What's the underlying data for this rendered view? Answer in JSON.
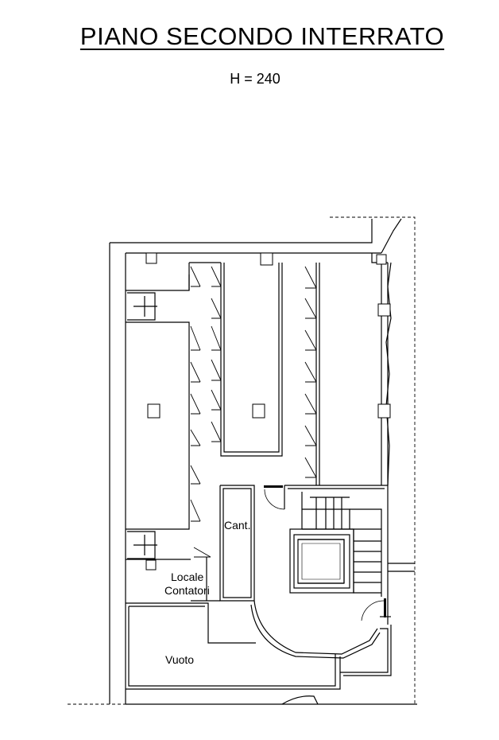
{
  "plan": {
    "title": "PIANO SECONDO INTERRATO",
    "height_label": "H = 240",
    "rooms": {
      "cantina": "Cant.",
      "locale_contatori_line1": "Locale",
      "locale_contatori_line2": "Contatori",
      "vuoto": "Vuoto"
    }
  }
}
